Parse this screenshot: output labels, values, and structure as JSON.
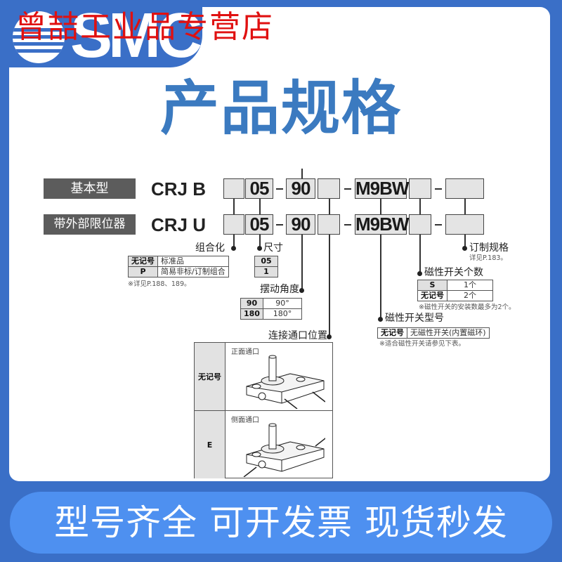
{
  "colors": {
    "frame_blue": "#3a6fc7",
    "title_blue": "#3b7ac0",
    "banner_blue": "#4e90f0",
    "watermark_red": "#e01010",
    "label_gray": "#5c5c5c",
    "box_gray": "#e4e4e4"
  },
  "header": {
    "brand_logo": "SMC",
    "watermark": "曾喆工业品专营店"
  },
  "title": "产品规格",
  "model_rows": [
    {
      "label": "基本型",
      "code": "CRJ B",
      "boxes": [
        "",
        "05",
        "90",
        "",
        "M9BW",
        "",
        ""
      ]
    },
    {
      "label": "带外部限位器",
      "code": "CRJ U",
      "boxes": [
        "",
        "05",
        "90",
        "",
        "M9BW",
        "",
        ""
      ]
    }
  ],
  "callouts": {
    "combination": {
      "title": "组合化",
      "rows": [
        {
          "key": "无记号",
          "value": "标准品"
        },
        {
          "key": "P",
          "value": "简易非标/订制组合"
        }
      ],
      "note": "※详见P.188、189。"
    },
    "size": {
      "title": "尺寸",
      "rows": [
        {
          "key": "05"
        },
        {
          "key": "1"
        }
      ]
    },
    "swing_angle": {
      "title": "摆动角度",
      "rows": [
        {
          "key": "90",
          "value": "90°"
        },
        {
          "key": "180",
          "value": "180°"
        }
      ]
    },
    "port_position": {
      "title": "连接通口位置",
      "rows": [
        {
          "key": "无记号",
          "caption": "正面通口"
        },
        {
          "key": "E",
          "caption": "侧面通口"
        }
      ]
    },
    "custom_spec": {
      "title": "订制规格",
      "note": "详见P.183。"
    },
    "switch_count": {
      "title": "磁性开关个数",
      "rows": [
        {
          "key": "S",
          "value": "1个"
        },
        {
          "key": "无记号",
          "value": "2个"
        }
      ],
      "note": "※磁性开关的安装数最多为2个。"
    },
    "switch_model": {
      "title": "磁性开关型号",
      "rows": [
        {
          "key": "无记号",
          "value": "无磁性开关(内置磁环)"
        }
      ],
      "note": "※适合磁性开关请参见下表。"
    }
  },
  "banner": "型号齐全 可开发票 现货秒发"
}
